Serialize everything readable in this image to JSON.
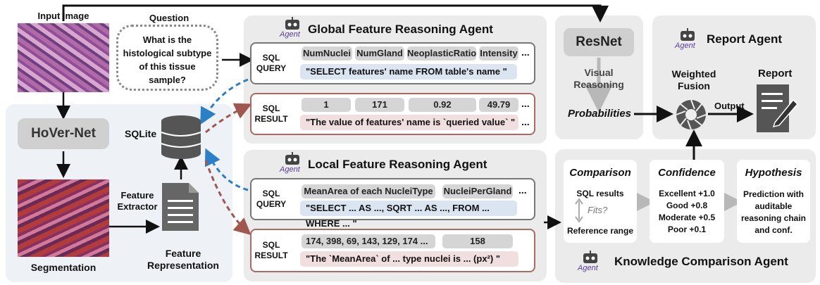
{
  "input": {
    "title": "Input Image",
    "segmentation_label": "Segmentation"
  },
  "question": {
    "title": "Question",
    "text": "What is the histological subtype of this tissue sample?"
  },
  "hovernet": {
    "label": "HoVer-Net"
  },
  "sqlite": {
    "label": "SQLite"
  },
  "feature_extractor": {
    "label": "Feature Extractor"
  },
  "feature_representation": {
    "label": "Feature Representation"
  },
  "agent_word": "Agent",
  "global_agent": {
    "title": "Global Feature Reasoning Agent",
    "query_label": "SQL QUERY",
    "query_tags": [
      "NumNuclei",
      "NumGland",
      "NeoplasticRatio",
      "Intensity"
    ],
    "query_text": "\"SELECT  features' name  FROM  table's name \"",
    "result_label": "SQL RESULT",
    "result_values": [
      "1",
      "171",
      "0.92",
      "49.79"
    ],
    "result_text": "\"The value of  features' name  is  `queried value`  \""
  },
  "local_agent": {
    "title": "Local Feature Reasoning Agent",
    "query_label": "SQL QUERY",
    "query_tags": [
      "MeanArea of each NucleiType",
      "NucleiPerGland"
    ],
    "query_text": "\"SELECT ... AS ..., SQRT ... AS ..., FROM ... WHERE ... \"",
    "result_label": "SQL RESULT",
    "result_values": [
      "174, 398, 69,  143, 129, 174 ...",
      "158"
    ],
    "result_text": "\"The `MeanArea` of  ... type nuclei  is ... (px²) \""
  },
  "ellipsis": "...",
  "resnet": {
    "label": "ResNet",
    "visual_reasoning": "Visual Reasoning",
    "probabilities": "Probabilities"
  },
  "report_agent": {
    "title": "Report Agent",
    "weighted_fusion": "Weighted Fusion",
    "output": "Output",
    "report": "Report"
  },
  "knowledge_agent": {
    "title": "Knowledge Comparison Agent",
    "comparison": {
      "title": "Comparison",
      "sql_results": "SQL results",
      "fits": "Fits?",
      "reference_range": "Reference range"
    },
    "confidence": {
      "title": "Confidence",
      "lines": [
        "Excellent +1.0",
        "Good +0.8",
        "Moderate +0.5",
        "Poor +0.1"
      ]
    },
    "hypothesis": {
      "title": "Hypothesis",
      "text": "Prediction with auditable reasoning chain and conf."
    }
  }
}
